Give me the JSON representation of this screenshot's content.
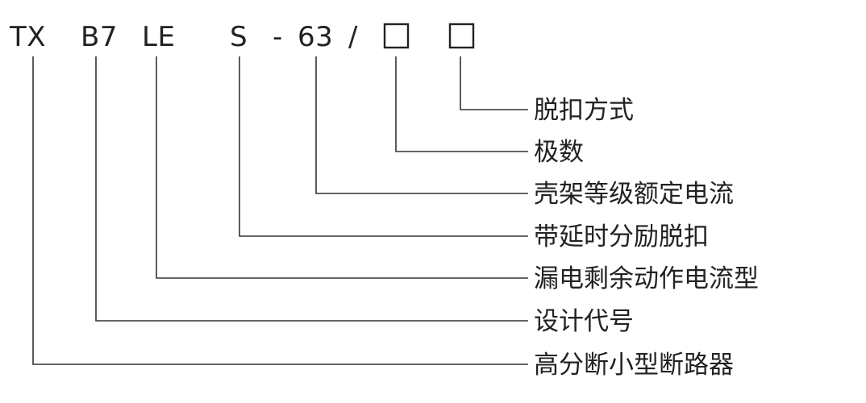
{
  "model_code": {
    "segments": [
      {
        "id": "tx",
        "text": "TX"
      },
      {
        "id": "b7",
        "text": "B7"
      },
      {
        "id": "le",
        "text": "LE"
      },
      {
        "id": "s",
        "text": "S"
      },
      {
        "id": "dash",
        "text": "-"
      },
      {
        "id": "63",
        "text": "63"
      },
      {
        "id": "slash",
        "text": "/"
      },
      {
        "id": "box1",
        "text": "□"
      },
      {
        "id": "box2",
        "text": "□"
      }
    ]
  },
  "legend": [
    {
      "target": "box2",
      "label": "脱扣方式"
    },
    {
      "target": "box1",
      "label": "极数"
    },
    {
      "target": "63",
      "label": "壳架等级额定电流"
    },
    {
      "target": "s",
      "label": "带延时分励脱扣"
    },
    {
      "target": "le",
      "label": "漏电剩余动作电流型"
    },
    {
      "target": "b7",
      "label": "设计代号"
    },
    {
      "target": "tx",
      "label": "高分断小型断路器"
    }
  ]
}
